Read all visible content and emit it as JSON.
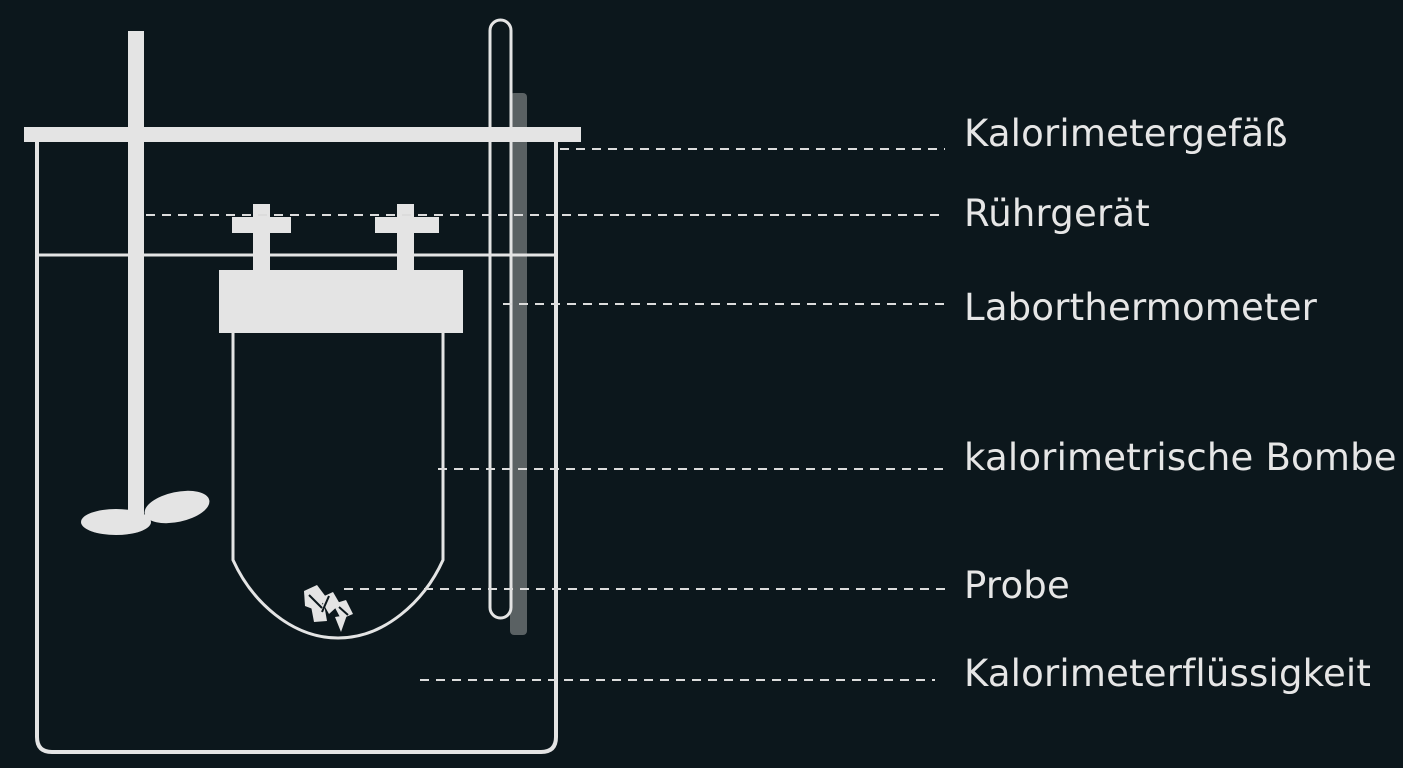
{
  "labels": {
    "vessel": "Kalorimetergefäß",
    "stirrer": "Rührgerät",
    "thermometer": "Laborthermometer",
    "bomb": "kalorimetrische Bombe",
    "sample": "Probe",
    "liquid": "Kalorimeterflüssigkeit"
  },
  "colors": {
    "background": "#0c171c",
    "drawing": "#e4e4e4",
    "thermometer_column": "#5a6163",
    "leader_line": "#dcdcdc"
  }
}
